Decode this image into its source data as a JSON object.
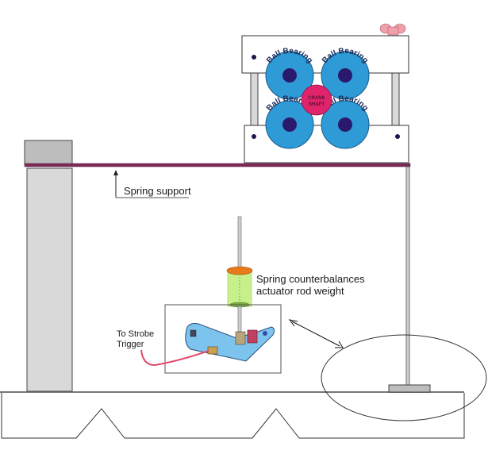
{
  "labels": {
    "spring_support": "Spring support",
    "spring_counterbalance_line1": "Spring counterbalances",
    "spring_counterbalance_line2": "actuator rod weight",
    "strobe_line1": "To Strobe",
    "strobe_line2": "Trigger",
    "crank_line1": "CRANK",
    "crank_line2": "SHAFT"
  },
  "bearings": [
    {
      "label": "Ball Bearing",
      "position": "top-left"
    },
    {
      "label": "Ball Bearing",
      "position": "top-right"
    },
    {
      "label": "Ball Bearing",
      "position": "bottom-left"
    },
    {
      "label": "Ball Bearing",
      "position": "bottom-right"
    }
  ],
  "colors": {
    "bearing_fill": "#2e9bd6",
    "bearing_hub": "#2a1a6e",
    "crank_fill": "#e0246c",
    "spring_beam": "#7a2a55",
    "spring_body": "#c8f08a",
    "spring_cap": "#e87a1a",
    "actuator": "#7cc4ee",
    "wire": "#e04a6a",
    "wing_nut": "#f0a0a8",
    "column_fill": "#d9d9d9",
    "block_fill": "#bdbdbd"
  }
}
